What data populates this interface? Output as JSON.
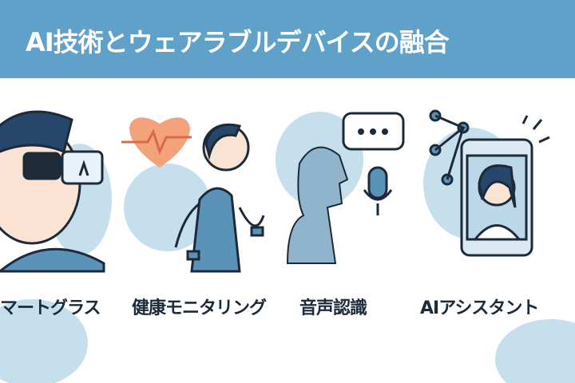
{
  "header": {
    "title": "AI技術とウェアラブルデバイスの融合",
    "color": "#5fa1c8"
  },
  "features": [
    {
      "label": "マートグラス",
      "icon": "smart-glasses-icon"
    },
    {
      "label": "健康モニタリング",
      "icon": "heart-rate-icon"
    },
    {
      "label": "音声認識",
      "icon": "microphone-icon"
    },
    {
      "label": "AIアシスタント",
      "icon": "smartphone-assistant-icon"
    }
  ],
  "colors": {
    "blob": "#bcd8e8",
    "accent": "#f4a27c",
    "ink": "#1d2a3a",
    "skin": "#fbe3d4"
  }
}
